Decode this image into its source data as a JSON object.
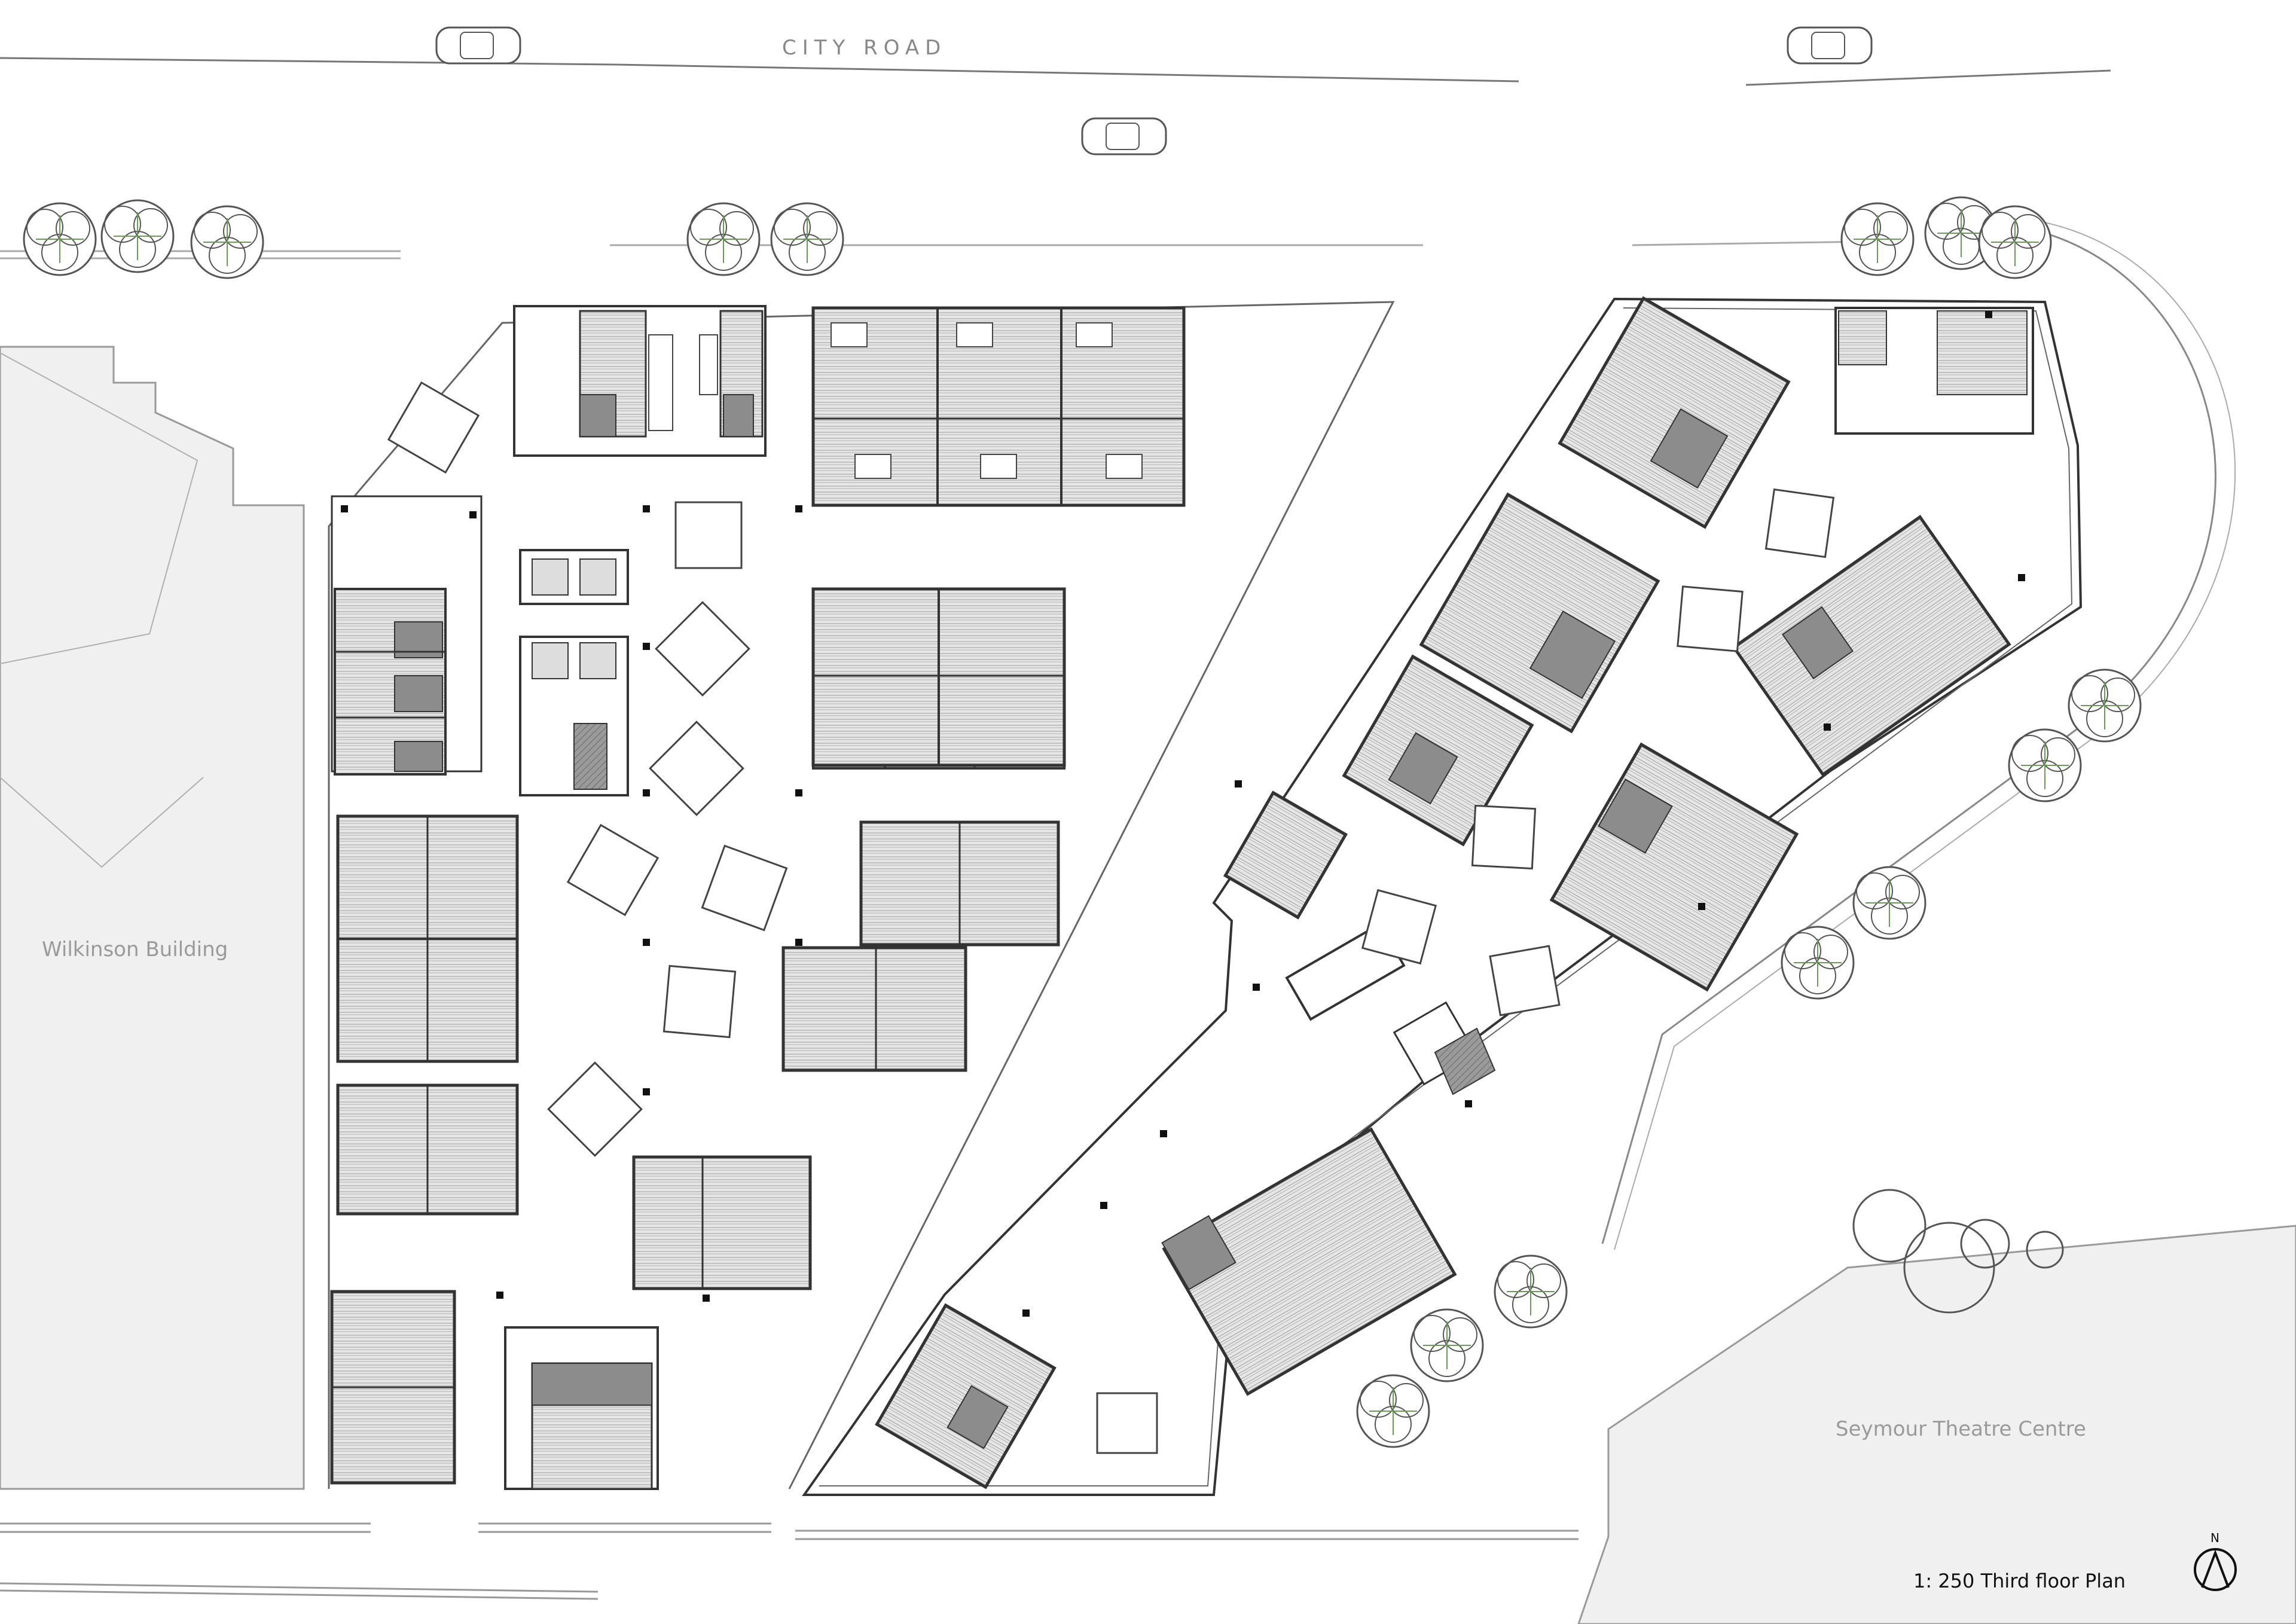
{
  "labels": {
    "road": "CITY ROAD",
    "west_building": "Wilkinson Building",
    "east_building": "Seymour Theatre Centre",
    "scale_title": "1:  250 Third floor Plan",
    "north": "N"
  },
  "colors": {
    "line": "#3a3a3a",
    "neighbor_fill": "#f0f0f0",
    "neighbor_stroke": "#9a9a9a",
    "tree_green": "#6a9a5a",
    "dark_room": "#8c8c8c",
    "mid_room": "#c8c8c8"
  }
}
